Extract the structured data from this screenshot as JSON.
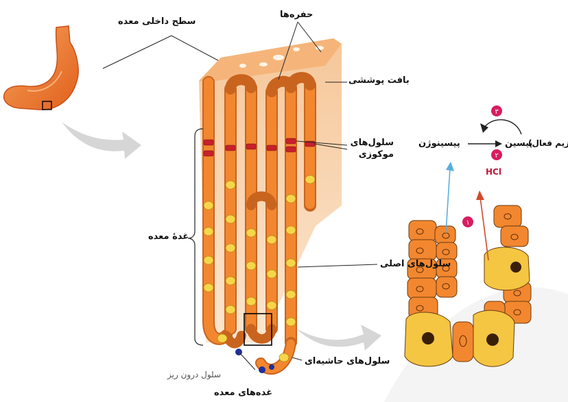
{
  "labels": {
    "inner_surface": "سطح داخلی معده",
    "pits": "حفره‌ها",
    "epithelial_tissue": "بافت پوششی",
    "mucous_cells": "سلول‌های موکوزی",
    "gastric_gland": "غدهٔ معده",
    "chief_cells": "سلول‌های اصلی",
    "endocrine_cell": "سلول درون ریز",
    "parietal_cells": "سلول‌های حاشیه‌ای",
    "gastric_glands": "غده‌های معده"
  },
  "reaction": {
    "pepsinogen": "پیسینوژن",
    "pepsin": "پیسین",
    "active_enzyme": "(آنزیم فعال)",
    "acid": "HCl"
  },
  "step_markers": [
    "۱",
    "۲",
    "۳"
  ],
  "colors": {
    "stomach": "#f07a2e",
    "cell_orange": "#f2872f",
    "cell_yellow": "#f7d54a",
    "mucous_red": "#c8202a",
    "endocrine_blue": "#1e2f9c",
    "marker": "#d81b5f",
    "acid_arrow": "#d04a2c",
    "enzyme_arrow": "#5aaedc"
  }
}
